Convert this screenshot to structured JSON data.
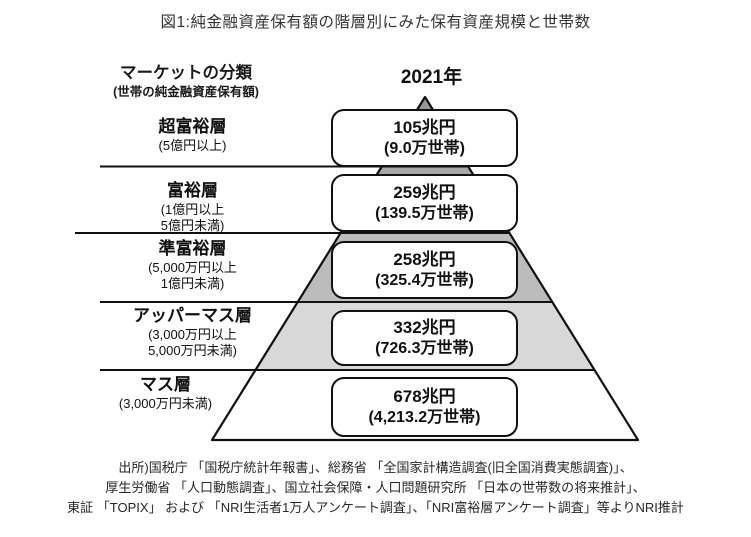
{
  "title": "図1:純金融資産保有額の階層別にみた保有資産規模と世帯数",
  "left_header": {
    "title": "マーケットの分類",
    "subtitle": "(世帯の純金融資産保有額)"
  },
  "year": "2021年",
  "chart_data": {
    "type": "pyramid",
    "title": "純金融資産保有額の階層別にみた保有資産規模と世帯数",
    "year": "2021年",
    "unit_assets": "兆円",
    "unit_households": "万世帯",
    "outline_color": "#111111",
    "tiers": [
      {
        "name": "超富裕層",
        "range_lines": [
          "(5億円以上)"
        ],
        "assets_trillion_yen": 105,
        "households_10k": 9.0,
        "assets_label": "105兆円",
        "households_label": "(9.0万世帯)",
        "band_color": "#989898"
      },
      {
        "name": "富裕層",
        "range_lines": [
          "(1億円以上",
          "5億円未満)"
        ],
        "assets_trillion_yen": 259,
        "households_10k": 139.5,
        "assets_label": "259兆円",
        "households_label": "(139.5万世帯)",
        "band_color": "#a8a8a8"
      },
      {
        "name": "準富裕層",
        "range_lines": [
          "(5,000万円以上",
          "1億円未満)"
        ],
        "assets_trillion_yen": 258,
        "households_10k": 325.4,
        "assets_label": "258兆円",
        "households_label": "(325.4万世帯)",
        "band_color": "#bcbcbc"
      },
      {
        "name": "アッパーマス層",
        "range_lines": [
          "(3,000万円以上",
          "5,000万円未満)"
        ],
        "assets_trillion_yen": 332,
        "households_10k": 726.3,
        "assets_label": "332兆円",
        "households_label": "(726.3万世帯)",
        "band_color": "#d8d8d8"
      },
      {
        "name": "マス層",
        "range_lines": [
          "(3,000万円未満)"
        ],
        "assets_trillion_yen": 678,
        "households_10k": 4213.2,
        "assets_label": "678兆円",
        "households_label": "(4,213.2万世帯)",
        "band_color": "#ffffff"
      }
    ]
  },
  "footer_lines": [
    "出所)国税庁 「国税庁統計年報書」、総務省 「全国家計構造調査(旧全国消費実態調査)」、",
    "厚生労働省 「人口動態調査」、国立社会保障・人口問題研究所 「日本の世帯数の将来推計」、",
    "東証 「TOPIX」 および 「NRI生活者1万人アンケート調査」、「NRI富裕層アンケート調査」等よりNRI推計"
  ]
}
